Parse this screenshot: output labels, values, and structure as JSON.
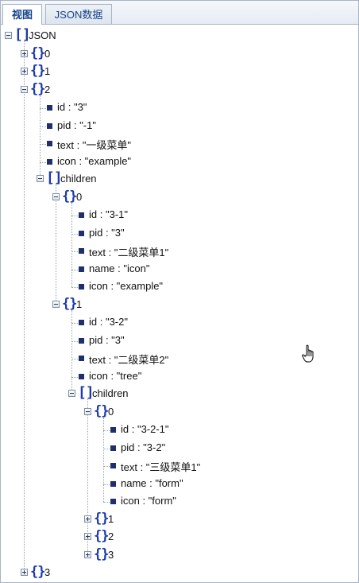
{
  "tabs": [
    {
      "label": "视图",
      "active": true
    },
    {
      "label": "JSON数据",
      "active": false
    }
  ],
  "icons": {
    "array": "bracket-icon",
    "object": "brace-icon",
    "leaf": "square-bullet-icon",
    "expanded": "minus-toggle-icon",
    "collapsed": "plus-toggle-icon"
  },
  "tree": [
    {
      "label": "JSON",
      "type": "array",
      "state": "expanded",
      "level": 0
    },
    {
      "label": "0",
      "type": "object",
      "state": "collapsed",
      "level": 1
    },
    {
      "label": "1",
      "type": "object",
      "state": "collapsed",
      "level": 1
    },
    {
      "label": "2",
      "type": "object",
      "state": "expanded",
      "level": 1
    },
    {
      "label": "id : \"3\"",
      "type": "leaf",
      "level": 2
    },
    {
      "label": "pid : \"-1\"",
      "type": "leaf",
      "level": 2
    },
    {
      "label": "text : \"一级菜单\"",
      "type": "leaf",
      "level": 2
    },
    {
      "label": "icon : \"example\"",
      "type": "leaf",
      "level": 2
    },
    {
      "label": "children",
      "type": "array",
      "state": "expanded",
      "level": 2
    },
    {
      "label": "0",
      "type": "object",
      "state": "expanded",
      "level": 3
    },
    {
      "label": "id : \"3-1\"",
      "type": "leaf",
      "level": 4
    },
    {
      "label": "pid : \"3\"",
      "type": "leaf",
      "level": 4
    },
    {
      "label": "text : \"二级菜单1\"",
      "type": "leaf",
      "level": 4
    },
    {
      "label": "name : \"icon\"",
      "type": "leaf",
      "level": 4
    },
    {
      "label": "icon : \"example\"",
      "type": "leaf",
      "level": 4
    },
    {
      "label": "1",
      "type": "object",
      "state": "expanded",
      "level": 3
    },
    {
      "label": "id : \"3-2\"",
      "type": "leaf",
      "level": 4
    },
    {
      "label": "pid : \"3\"",
      "type": "leaf",
      "level": 4
    },
    {
      "label": "text : \"二级菜单2\"",
      "type": "leaf",
      "level": 4
    },
    {
      "label": "icon : \"tree\"",
      "type": "leaf",
      "level": 4
    },
    {
      "label": "children",
      "type": "array",
      "state": "expanded",
      "level": 4
    },
    {
      "label": "0",
      "type": "object",
      "state": "expanded",
      "level": 5
    },
    {
      "label": "id : \"3-2-1\"",
      "type": "leaf",
      "level": 6
    },
    {
      "label": "pid : \"3-2\"",
      "type": "leaf",
      "level": 6
    },
    {
      "label": "text : \"三级菜单1\"",
      "type": "leaf",
      "level": 6
    },
    {
      "label": "name : \"form\"",
      "type": "leaf",
      "level": 6
    },
    {
      "label": "icon : \"form\"",
      "type": "leaf",
      "level": 6
    },
    {
      "label": "1",
      "type": "object",
      "state": "collapsed",
      "level": 5
    },
    {
      "label": "2",
      "type": "object",
      "state": "collapsed",
      "level": 5
    },
    {
      "label": "3",
      "type": "object",
      "state": "collapsed",
      "level": 5
    },
    {
      "label": "3",
      "type": "object",
      "state": "collapsed",
      "level": 1
    }
  ]
}
